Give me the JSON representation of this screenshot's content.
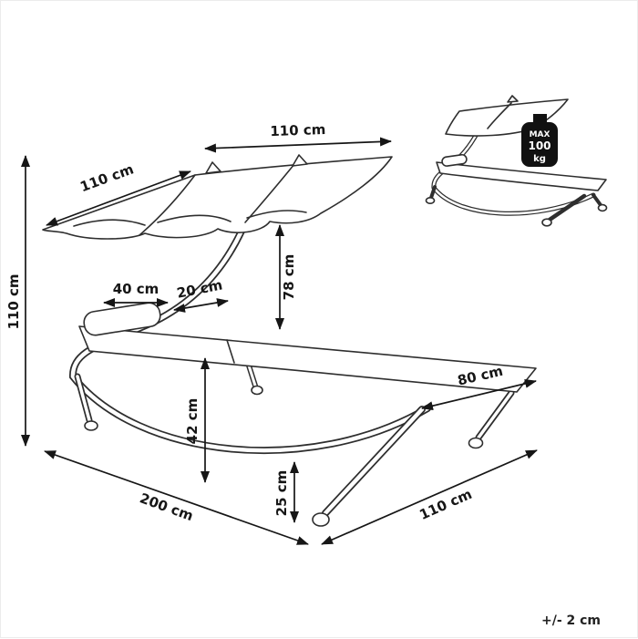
{
  "dimensions": {
    "canopy_width": "110 cm",
    "canopy_depth": "110 cm",
    "overall_height": "110 cm",
    "canopy_to_bed": "78 cm",
    "pillow_width": "40 cm",
    "headrest_depth": "20 cm",
    "bed_height": "42 cm",
    "leg_height": "25 cm",
    "overall_length": "200 cm",
    "overall_width": "110 cm",
    "foot_end_width": "80 cm"
  },
  "inset": {
    "max_line1": "MAX",
    "max_line2": "100",
    "max_line3": "kg"
  },
  "footer": {
    "tolerance": "+/- 2 cm"
  }
}
